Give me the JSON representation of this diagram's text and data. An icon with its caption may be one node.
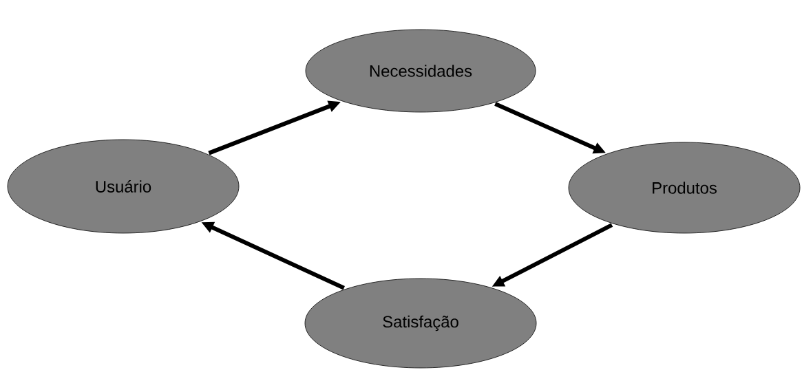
{
  "diagram": {
    "nodes": [
      {
        "text": [
          "Necessidades"
        ]
      },
      {
        "text": [
          "Usuário"
        ]
      },
      {
        "text": [
          "Produtos"
        ]
      },
      {
        "text": [
          "Satisfação"
        ]
      }
    ],
    "edges": [
      {
        "from": 1,
        "to": 0,
        "arrow": "to"
      },
      {
        "from": 0,
        "to": 2,
        "arrow": "to"
      },
      {
        "from": 2,
        "to": 3,
        "arrow": "to"
      },
      {
        "from": 3,
        "to": 1,
        "arrow": "to"
      }
    ]
  }
}
